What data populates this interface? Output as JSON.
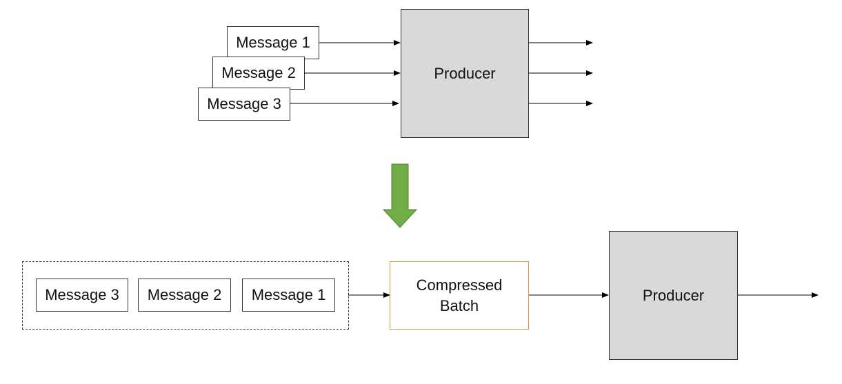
{
  "top": {
    "messages": [
      "Message 1",
      "Message 2",
      "Message 3"
    ],
    "producer_label": "Producer"
  },
  "bottom": {
    "messages": [
      "Message 3",
      "Message 2",
      "Message 1"
    ],
    "batch_label_line1": "Compressed",
    "batch_label_line2": "Batch",
    "producer_label": "Producer"
  },
  "colors": {
    "down_arrow": "#70ad47",
    "down_arrow_border": "#548235",
    "batch_border": "#e0933a",
    "producer_fill": "#d9d9d9"
  }
}
